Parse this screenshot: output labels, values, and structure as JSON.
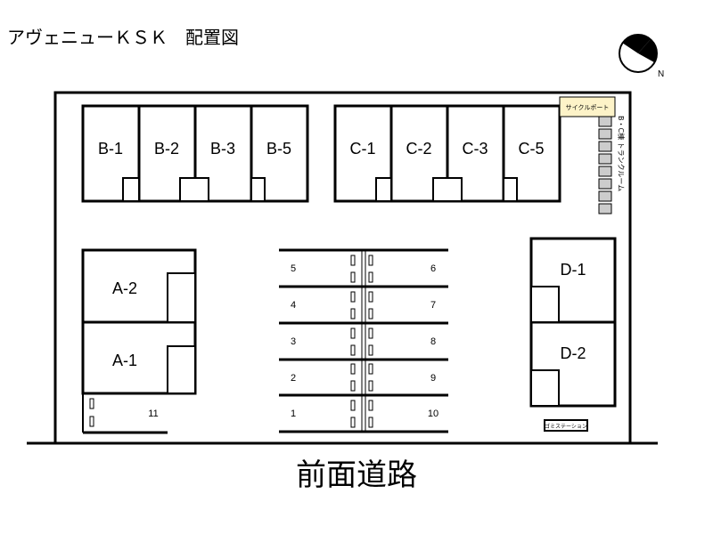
{
  "title": "アヴェニューＫＳＫ　配置図",
  "road_label": "前面道路",
  "north_label": "N",
  "buildings": {
    "B": [
      "B-1",
      "B-2",
      "B-3",
      "B-5"
    ],
    "C": [
      "C-1",
      "C-2",
      "C-3",
      "C-5"
    ],
    "A": [
      "A-2",
      "A-1"
    ],
    "D": [
      "D-1",
      "D-2"
    ]
  },
  "parking": {
    "left": [
      "5",
      "4",
      "3",
      "2",
      "1"
    ],
    "right": [
      "6",
      "7",
      "8",
      "9",
      "10"
    ],
    "extra": "11"
  },
  "cycle_port": "サイクルポート",
  "trunk_room": "B・C棟 トランクルーム",
  "garbage_station": "ゴミステーション",
  "colors": {
    "line": "#000000",
    "cycle_port_fill": "#fdf3c8",
    "storage_fill": "#cccccc"
  }
}
